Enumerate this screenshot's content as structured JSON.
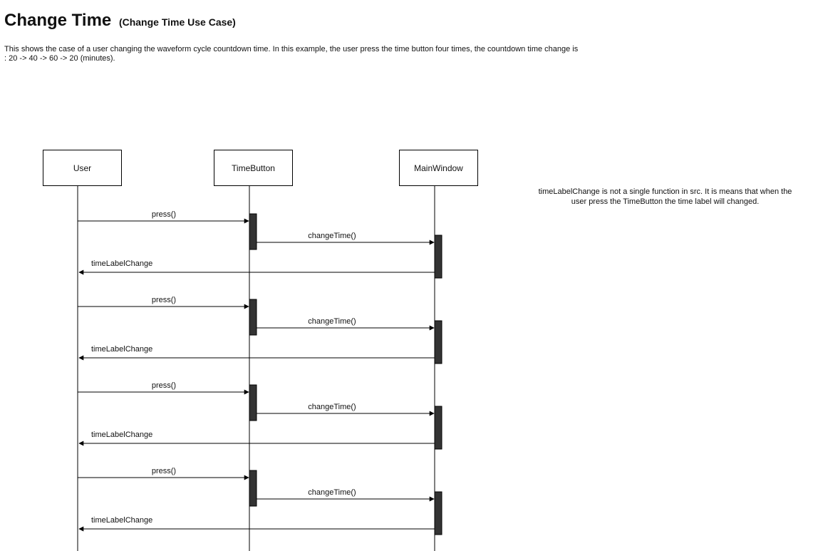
{
  "header": {
    "title": "Change Time",
    "subtitle": "(Change Time Use Case)"
  },
  "description": {
    "line1": "This shows the case of a user changing the waveform cycle countdown time. In this example, the user press the time button four times, the countdown time change is",
    "line2": ": 20 -> 40 -> 60 -> 20 (minutes)."
  },
  "participants": [
    {
      "id": "user",
      "label": "User"
    },
    {
      "id": "timebutton",
      "label": "TimeButton"
    },
    {
      "id": "mainwindow",
      "label": "MainWindow"
    }
  ],
  "note": {
    "line1": "timeLabelChange is not a single function in src. It is means that when the",
    "line2": "user press the TimeButton the time label will changed."
  },
  "interactions": [
    {
      "press": "press()",
      "change": "changeTime()",
      "update": "timeLabelChange"
    },
    {
      "press": "press()",
      "change": "changeTime()",
      "update": "timeLabelChange"
    },
    {
      "press": "press()",
      "change": "changeTime()",
      "update": "timeLabelChange"
    },
    {
      "press": "press()",
      "change": "changeTime()",
      "update": "timeLabelChange"
    }
  ]
}
